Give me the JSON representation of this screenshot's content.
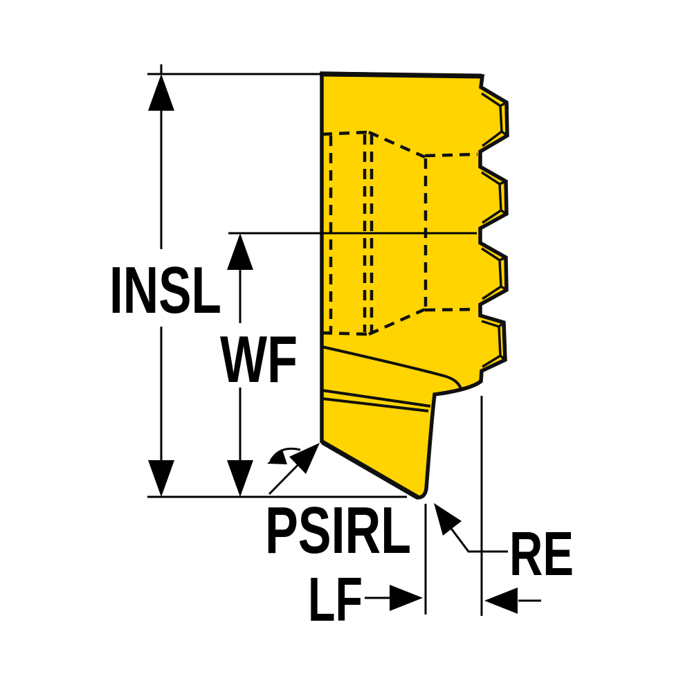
{
  "diagram": {
    "type": "technical-dimension-drawing",
    "subject": "grooving insert side view with serrated clamping edge",
    "labels": {
      "insl": "INSL",
      "wf": "WF",
      "psirl": "PSIRL",
      "lf": "LF",
      "re": "RE"
    },
    "colors": {
      "insert_fill": "#FFD400",
      "outline": "#101010",
      "dimension": "#000000",
      "background": "#FFFFFF"
    }
  }
}
